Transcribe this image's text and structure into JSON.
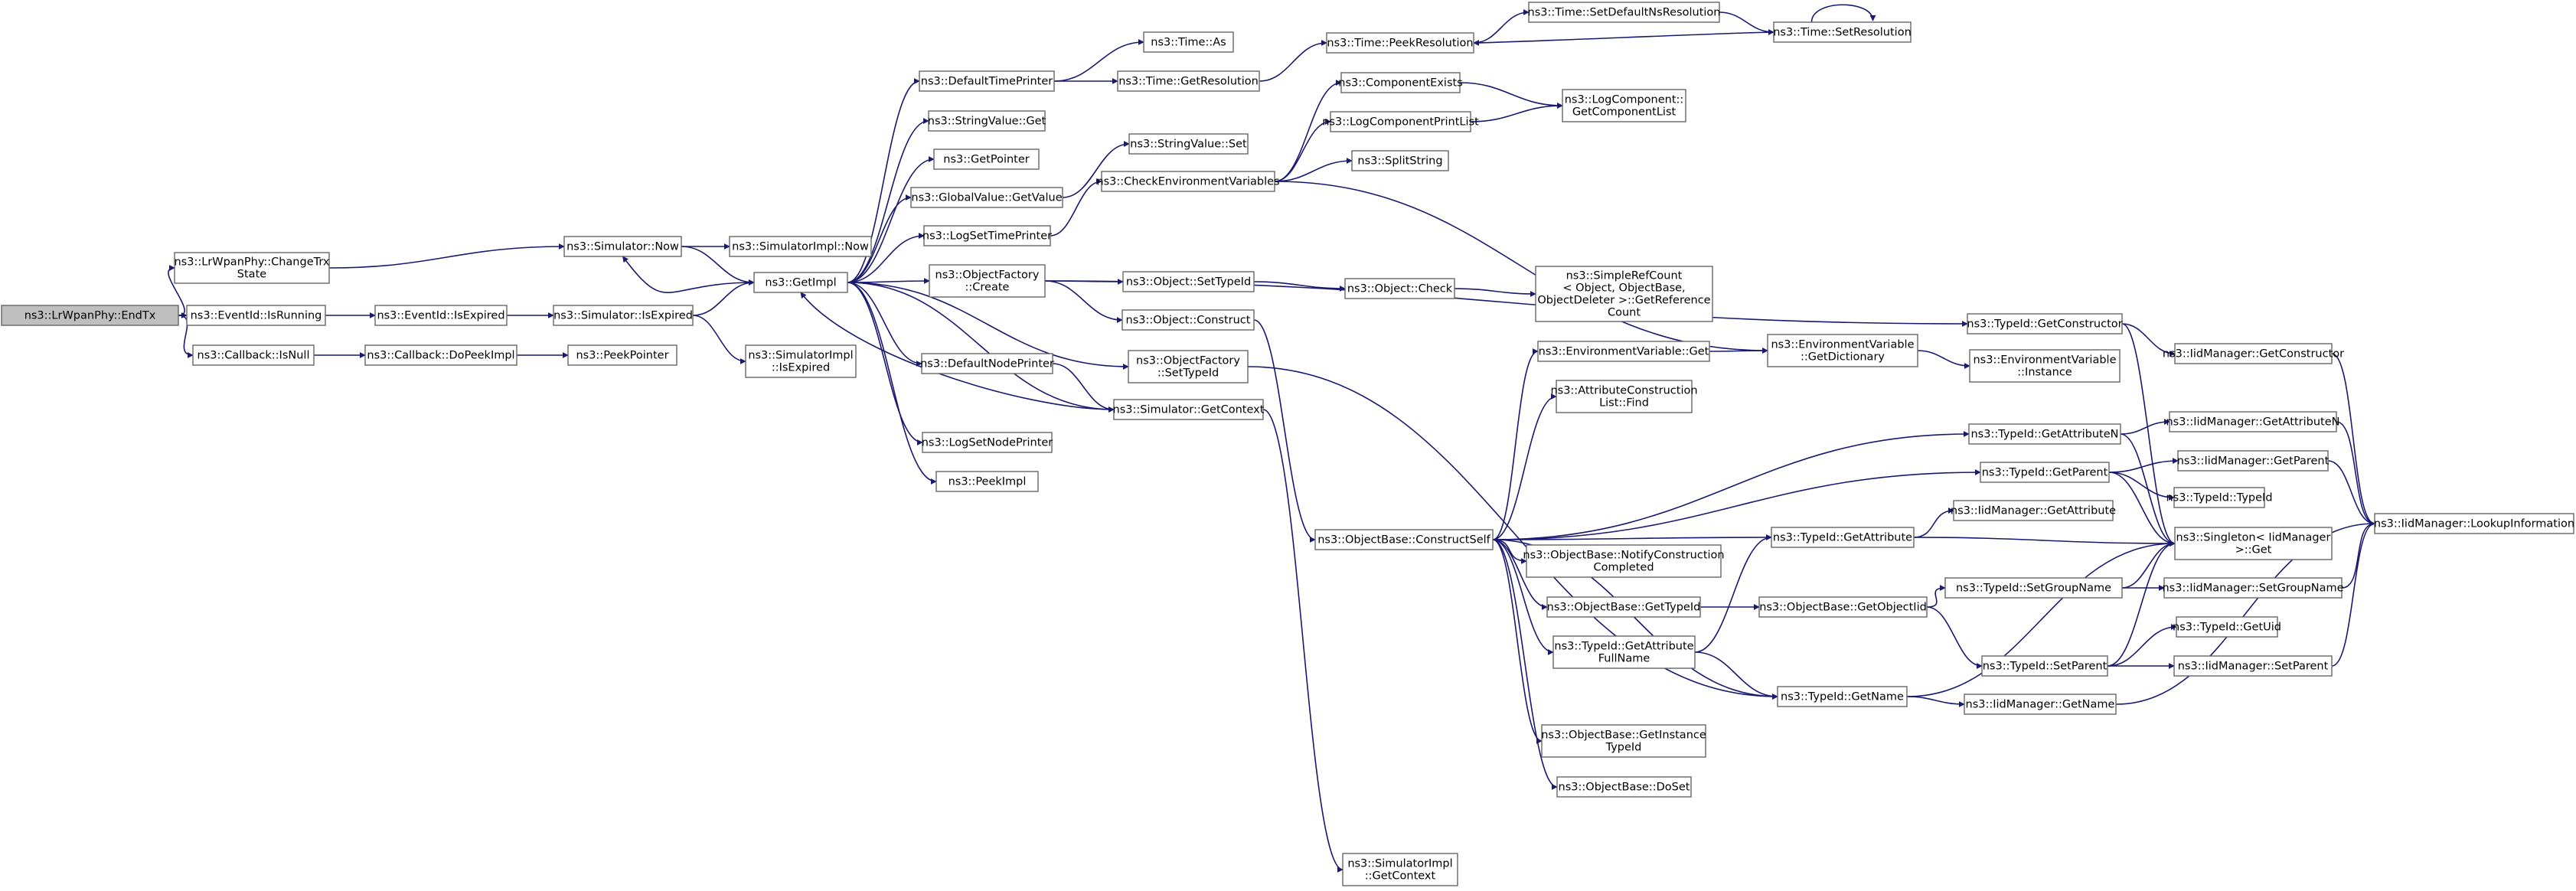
{
  "colors": {
    "edge": "#191970",
    "node_border": "#666666",
    "root_fill": "#bfbfbf",
    "node_fill": "#ffffff"
  },
  "nodes": {
    "root": [
      "ns3::LrWpanPhy::EndTx"
    ],
    "changeTrx": [
      "ns3::LrWpanPhy::ChangeTrx",
      "State"
    ],
    "isRunning": [
      "ns3::EventId::IsRunning"
    ],
    "isNull": [
      "ns3::Callback::IsNull"
    ],
    "simNow": [
      "ns3::Simulator::Now"
    ],
    "isExpired": [
      "ns3::EventId::IsExpired"
    ],
    "doPeekImpl": [
      "ns3::Callback::DoPeekImpl"
    ],
    "simIsExpired": [
      "ns3::Simulator::IsExpired"
    ],
    "peekPointer": [
      "ns3::PeekPointer"
    ],
    "simImplNow": [
      "ns3::SimulatorImpl::Now"
    ],
    "getImpl": [
      "ns3::GetImpl"
    ],
    "simImplIsExpired": [
      "ns3::SimulatorImpl",
      "::IsExpired"
    ],
    "defaultTimePrinter": [
      "ns3::DefaultTimePrinter"
    ],
    "stringValueGet": [
      "ns3::StringValue::Get"
    ],
    "getPointer": [
      "ns3::GetPointer"
    ],
    "globalValueGetValue": [
      "ns3::GlobalValue::GetValue"
    ],
    "logSetTimePrinter": [
      "ns3::LogSetTimePrinter"
    ],
    "objectFactoryCreate": [
      "ns3::ObjectFactory",
      "::Create"
    ],
    "defaultNodePrinter": [
      "ns3::DefaultNodePrinter"
    ],
    "logSetNodePrinter": [
      "ns3::LogSetNodePrinter"
    ],
    "peekImpl": [
      "ns3::PeekImpl"
    ],
    "timeAs": [
      "ns3::Time::As"
    ],
    "timeGetResolution": [
      "ns3::Time::GetResolution"
    ],
    "stringValueSet": [
      "ns3::StringValue::Set"
    ],
    "checkEnvVars": [
      "ns3::CheckEnvironmentVariables"
    ],
    "objectSetTypeId": [
      "ns3::Object::SetTypeId"
    ],
    "objectConstruct": [
      "ns3::Object::Construct"
    ],
    "objFactorySetTypeId": [
      "ns3::ObjectFactory",
      "::SetTypeId"
    ],
    "simGetContext": [
      "ns3::Simulator::GetContext"
    ],
    "simImplGetContext": [
      "ns3::SimulatorImpl",
      "::GetContext"
    ],
    "timePeekResolution": [
      "ns3::Time::PeekResolution"
    ],
    "timeSetDefaultNsRes": [
      "ns3::Time::SetDefaultNsResolution"
    ],
    "timeSetResolution": [
      "ns3::Time::SetResolution"
    ],
    "componentExists": [
      "ns3::ComponentExists"
    ],
    "logComponentPrintList": [
      "ns3::LogComponentPrintList"
    ],
    "splitString": [
      "ns3::SplitString"
    ],
    "logCompGetList": [
      "ns3::LogComponent::",
      "GetComponentList"
    ],
    "objectCheck": [
      "ns3::Object::Check"
    ],
    "simpleRefCount": [
      "ns3::SimpleRefCount",
      "< Object, ObjectBase,",
      "ObjectDeleter >::GetReference",
      "Count"
    ],
    "envVarGet": [
      "ns3::EnvironmentVariable::Get"
    ],
    "envVarGetDict": [
      "ns3::EnvironmentVariable",
      "::GetDictionary"
    ],
    "envVarInstance": [
      "ns3::EnvironmentVariable",
      "::Instance"
    ],
    "attrConstructionFind": [
      "ns3::AttributeConstruction",
      "List::Find"
    ],
    "constructSelf": [
      "ns3::ObjectBase::ConstructSelf"
    ],
    "notifyConstruction": [
      "ns3::ObjectBase::NotifyConstruction",
      "Completed"
    ],
    "objBaseGetTypeId": [
      "ns3::ObjectBase::GetTypeId"
    ],
    "typeIdGetAttrFullName": [
      "ns3::TypeId::GetAttribute",
      "FullName"
    ],
    "getInstanceTypeId": [
      "ns3::ObjectBase::GetInstance",
      "TypeId"
    ],
    "objBaseDoSet": [
      "ns3::ObjectBase::DoSet"
    ],
    "typeIdGetConstructor": [
      "ns3::TypeId::GetConstructor"
    ],
    "typeIdGetAttributeN": [
      "ns3::TypeId::GetAttributeN"
    ],
    "typeIdGetParent": [
      "ns3::TypeId::GetParent"
    ],
    "typeIdGetAttribute": [
      "ns3::TypeId::GetAttribute"
    ],
    "getObjectIid": [
      "ns3::ObjectBase::GetObjectIid"
    ],
    "typeIdSetGroupName": [
      "ns3::TypeId::SetGroupName"
    ],
    "typeIdSetParent": [
      "ns3::TypeId::SetParent"
    ],
    "typeIdGetName": [
      "ns3::TypeId::GetName"
    ],
    "iidGetConstructor": [
      "ns3::IidManager::GetConstructor"
    ],
    "iidGetAttributeN": [
      "ns3::IidManager::GetAttributeN"
    ],
    "iidGetParent": [
      "ns3::IidManager::GetParent"
    ],
    "typeIdTypeId": [
      "ns3::TypeId::TypeId"
    ],
    "iidGetAttribute": [
      "ns3::IidManager::GetAttribute"
    ],
    "singletonGet": [
      "ns3::Singleton< IidManager",
      ">::Get"
    ],
    "iidSetGroupName": [
      "ns3::IidManager::SetGroupName"
    ],
    "typeIdGetUid": [
      "ns3::TypeId::GetUid"
    ],
    "iidSetParent": [
      "ns3::IidManager::SetParent"
    ],
    "iidGetName": [
      "ns3::IidManager::GetName"
    ],
    "iidLookupInfo": [
      "ns3::IidManager::LookupInformation"
    ]
  }
}
